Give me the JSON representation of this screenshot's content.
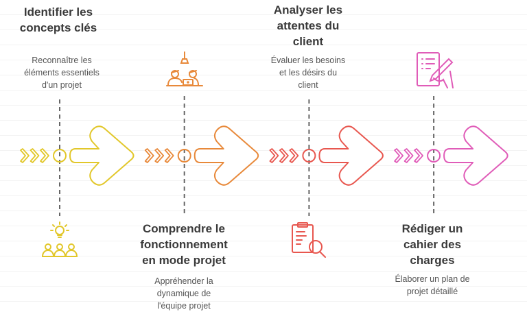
{
  "steps": [
    {
      "title": "Identifier les\nconcepts clés",
      "description": "Reconnaître les\néléments essentiels\nd'un projet",
      "color": "#e2c72a",
      "icon": "lightbulb-team-icon"
    },
    {
      "title": "Comprendre le\nfonctionnement\nen mode projet",
      "description": "Appréhender la\ndynamique de\nl'équipe projet",
      "color": "#e8893a",
      "icon": "team-meeting-icon"
    },
    {
      "title": "Analyser les\nattentes du\nclient",
      "description": "Évaluer les besoins\net les désirs du\nclient",
      "color": "#e8574f",
      "icon": "clipboard-search-icon"
    },
    {
      "title": "Rédiger un\ncahier des\ncharges",
      "description": "Élaborer un plan de\nprojet détaillé",
      "color": "#e05cb8",
      "icon": "document-writing-icon"
    }
  ]
}
